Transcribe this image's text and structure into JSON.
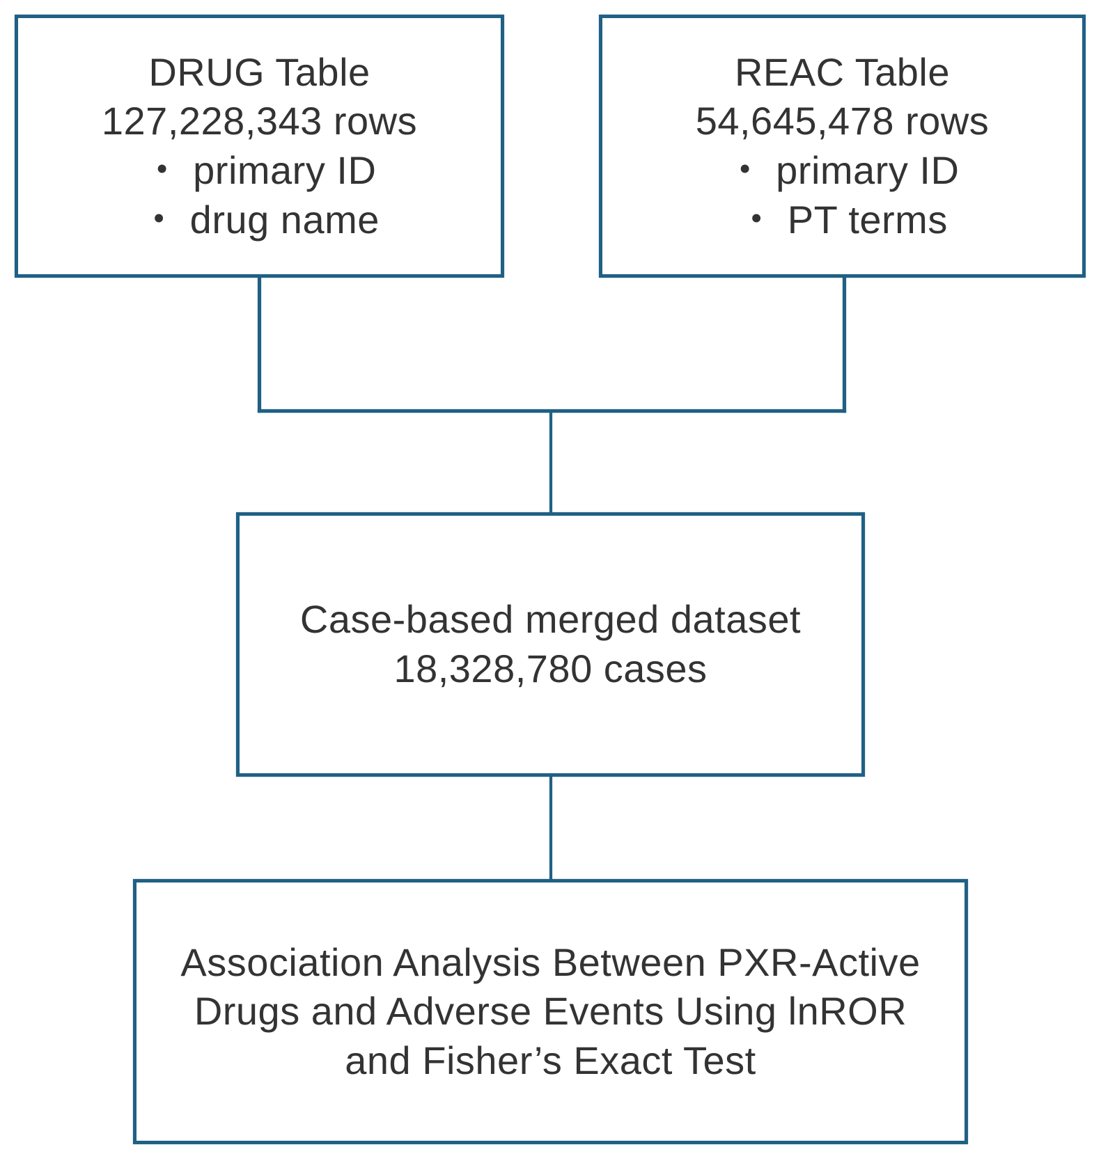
{
  "colors": {
    "line": "#206085",
    "text": "#333333"
  },
  "boxes": {
    "drug": {
      "lines": [
        "DRUG Table",
        "127,228,343 rows",
        "・ primary ID",
        "・ drug name"
      ]
    },
    "reac": {
      "lines": [
        "REAC Table",
        "54,645,478 rows",
        "・ primary ID",
        "・ PT terms"
      ]
    },
    "merged": {
      "lines": [
        "Case-based merged dataset",
        "18,328,780 cases"
      ]
    },
    "analysis": {
      "lines": [
        "Association Analysis Between PXR-Active",
        "Drugs and Adverse Events Using lnROR",
        "and Fisher’s Exact Test"
      ]
    }
  }
}
